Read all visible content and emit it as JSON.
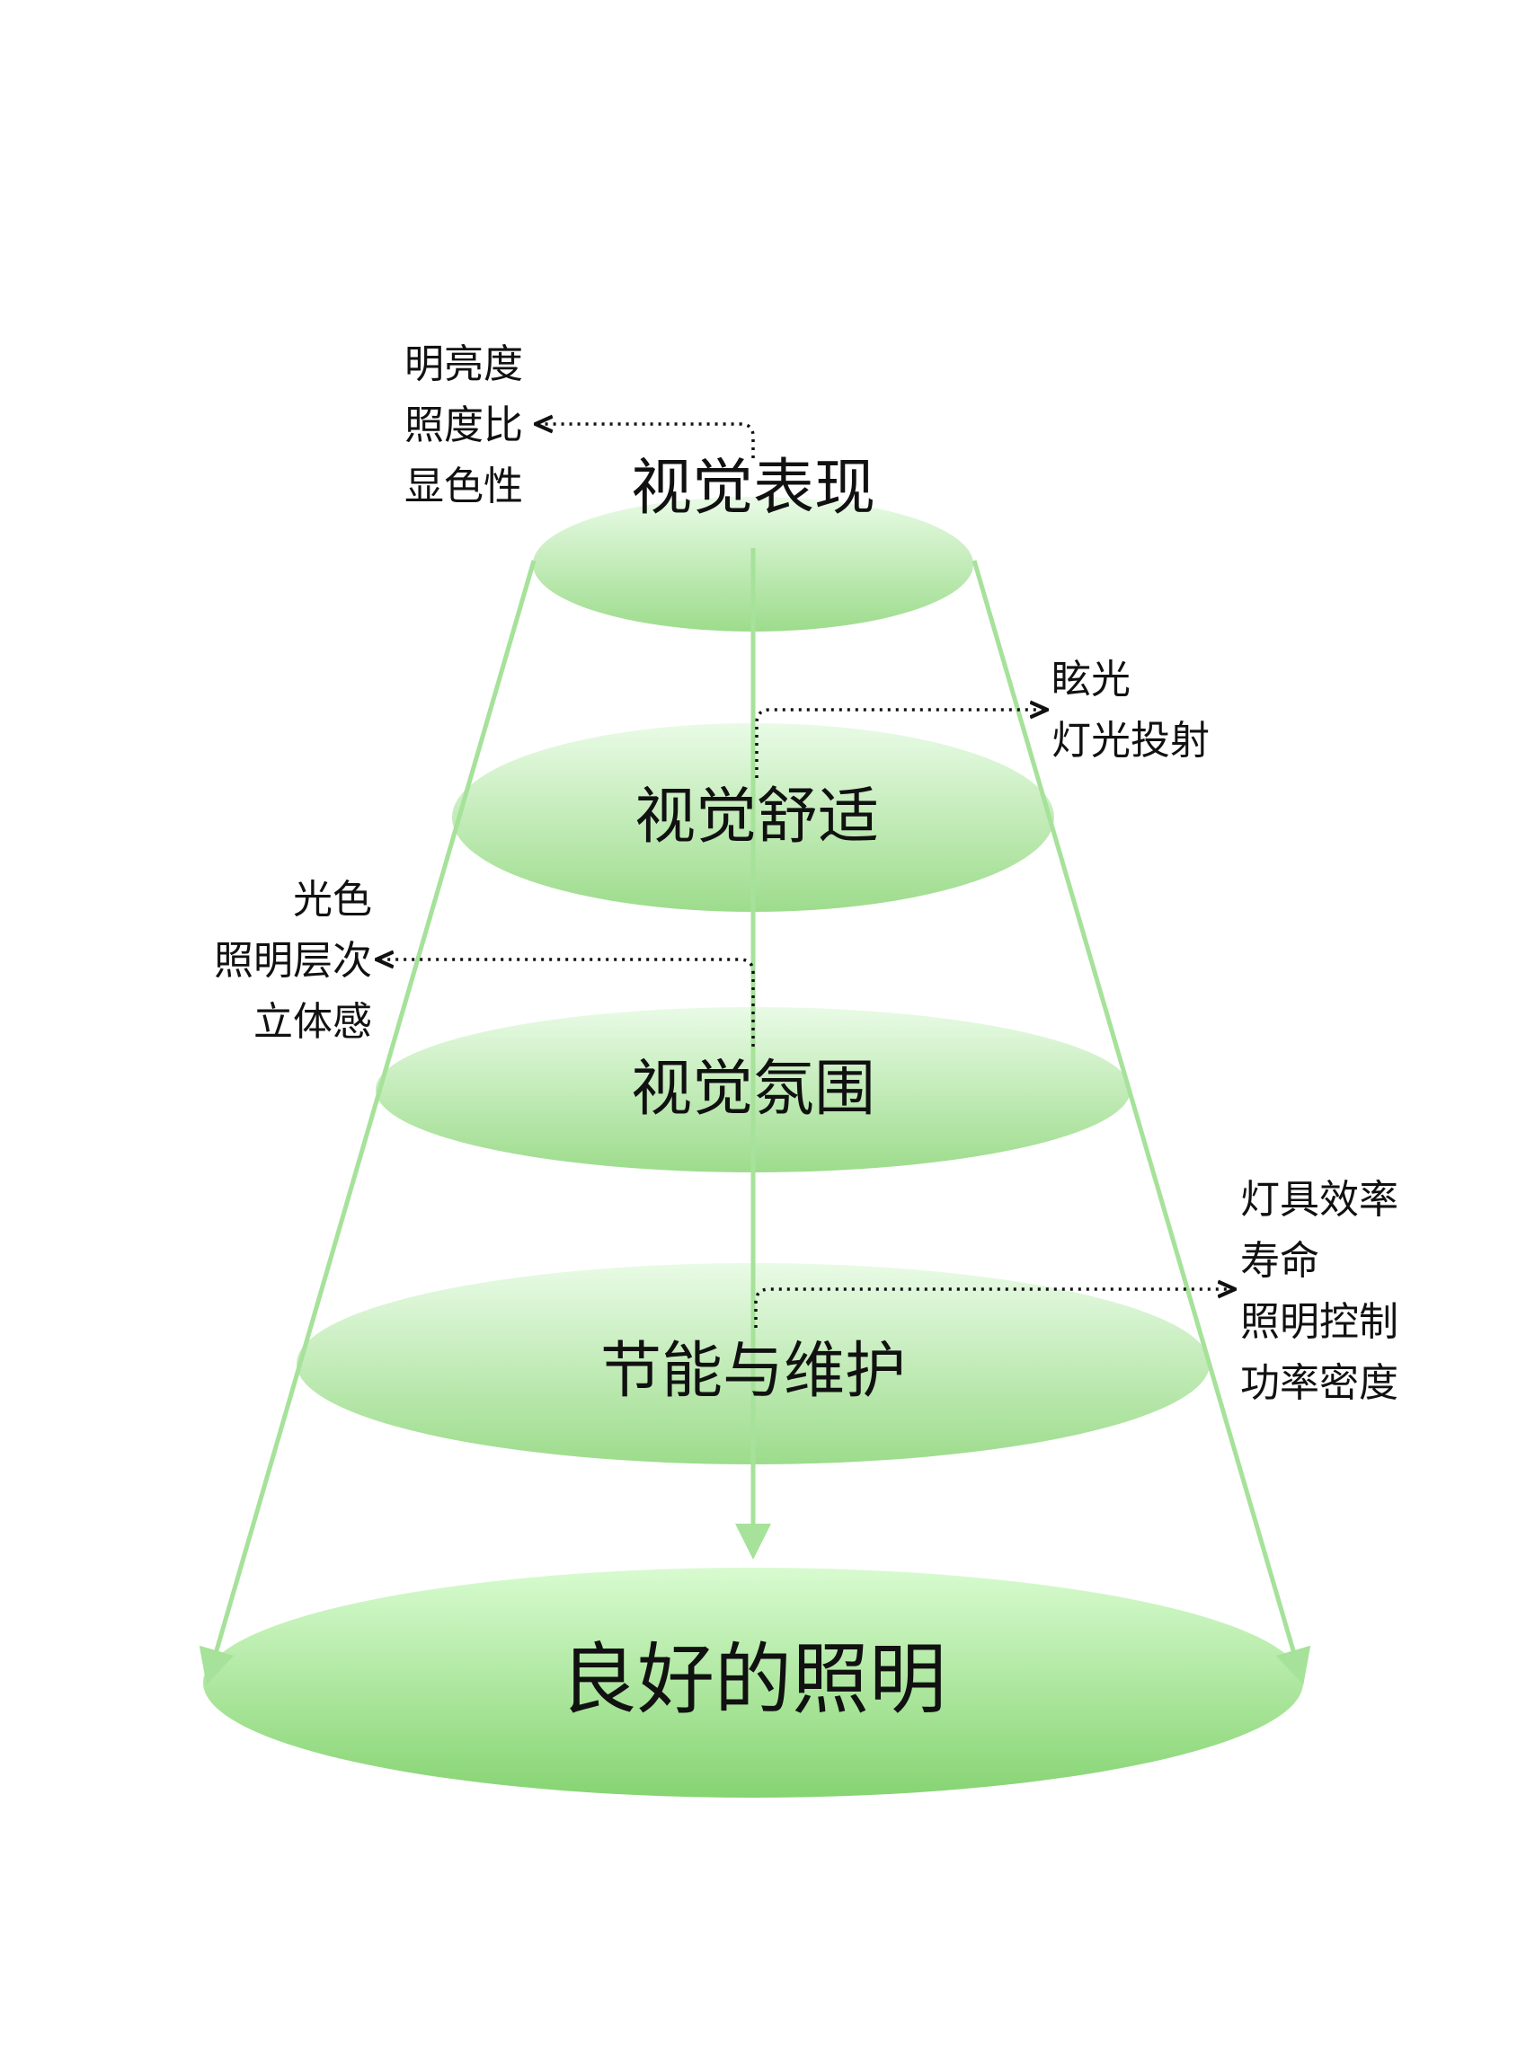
{
  "colors": {
    "ellipse_top": "#e9fbe6",
    "ellipse_bottom": "#9ddc8c",
    "base_top": "#d8fbd0",
    "base_bottom": "#86d472",
    "line": "#a6e29a",
    "dotted": "#111111"
  },
  "tiers": [
    {
      "id": "visual-performance",
      "label": "视觉表现"
    },
    {
      "id": "visual-comfort",
      "label": "视觉舒适"
    },
    {
      "id": "visual-atmosphere",
      "label": "视觉氛围"
    },
    {
      "id": "energy-maintenance",
      "label": "节能与维护"
    },
    {
      "id": "good-lighting",
      "label": "良好的照明"
    }
  ],
  "notes": {
    "visual-performance": [
      "明亮度",
      "照度比",
      "显色性"
    ],
    "visual-comfort": [
      "眩光",
      "灯光投射"
    ],
    "visual-atmosphere": [
      "光色",
      "照明层次",
      "立体感"
    ],
    "energy-maintenance": [
      "灯具效率",
      "寿命",
      "照明控制",
      "功率密度"
    ]
  }
}
